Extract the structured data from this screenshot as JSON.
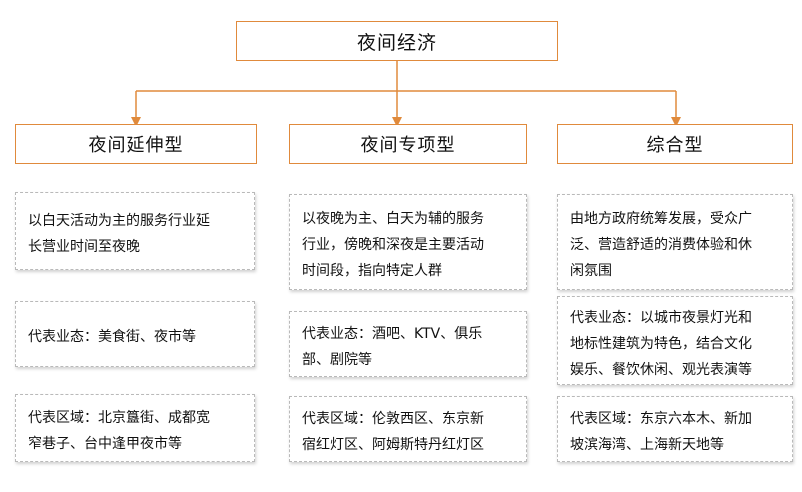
{
  "root": {
    "label": "夜间经济"
  },
  "colors": {
    "accent": "#e08a3c",
    "dashed_border": "#b9b9b9"
  },
  "categories": [
    {
      "label": "夜间延伸型",
      "definition": "以白天活动为主的服务行业延\n长营业时间至夜晚",
      "formats": "代表业态：美食街、夜市等",
      "regions": "代表区域：北京簋街、成都宽\n窄巷子、台中逢甲夜市等"
    },
    {
      "label": "夜间专项型",
      "definition": "以夜晚为主、白天为辅的服务\n行业，傍晚和深夜是主要活动\n时间段，指向特定人群",
      "formats": "代表业态：酒吧、KTV、俱乐\n部、剧院等",
      "regions": "代表区域：伦敦西区、东京新\n宿红灯区、阿姆斯特丹红灯区"
    },
    {
      "label": "综合型",
      "definition": "由地方政府统筹发展，受众广\n泛、营造舒适的消费体验和休\n闲氛围",
      "formats": "代表业态：以城市夜景灯光和\n地标性建筑为特色，结合文化\n娱乐、餐饮休闲、观光表演等",
      "regions": "代表区域：东京六本木、新加\n坡滨海湾、上海新天地等"
    }
  ]
}
